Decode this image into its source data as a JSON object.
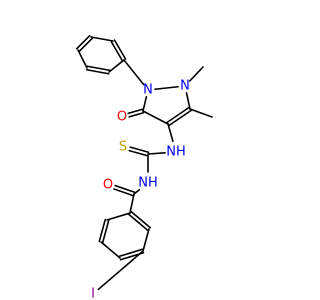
{
  "molecule": {
    "atoms": [
      {
        "id": "c1",
        "label": "",
        "color": "#000000"
      },
      {
        "id": "c2",
        "label": "",
        "color": "#000000"
      },
      {
        "id": "c3",
        "label": "",
        "color": "#000000"
      },
      {
        "id": "c4",
        "label": "",
        "color": "#000000"
      },
      {
        "id": "c5",
        "label": "",
        "color": "#000000"
      },
      {
        "id": "c6",
        "label": "",
        "color": "#000000"
      },
      {
        "id": "n1",
        "label": "N",
        "color": "#0000ff"
      },
      {
        "id": "n2",
        "label": "N",
        "color": "#0000ff"
      },
      {
        "id": "c7",
        "label": "",
        "color": "#000000"
      },
      {
        "id": "c8",
        "label": "",
        "color": "#000000"
      },
      {
        "id": "c9",
        "label": "",
        "color": "#000000"
      },
      {
        "id": "o1",
        "label": "O",
        "color": "#ff0000"
      },
      {
        "id": "me1",
        "label": "",
        "color": "#000000"
      },
      {
        "id": "me2",
        "label": "",
        "color": "#000000"
      },
      {
        "id": "nh1",
        "label": "NH",
        "color": "#0000ff"
      },
      {
        "id": "c10",
        "label": "",
        "color": "#000000"
      },
      {
        "id": "s1",
        "label": "S",
        "color": "#c8a000"
      },
      {
        "id": "nh2",
        "label": "NH",
        "color": "#0000ff"
      },
      {
        "id": "c11",
        "label": "",
        "color": "#000000"
      },
      {
        "id": "o2",
        "label": "O",
        "color": "#ff0000"
      },
      {
        "id": "c12",
        "label": "",
        "color": "#000000"
      },
      {
        "id": "c13",
        "label": "",
        "color": "#000000"
      },
      {
        "id": "c14",
        "label": "",
        "color": "#000000"
      },
      {
        "id": "c15",
        "label": "",
        "color": "#000000"
      },
      {
        "id": "c16",
        "label": "",
        "color": "#000000"
      },
      {
        "id": "c17",
        "label": "",
        "color": "#000000"
      },
      {
        "id": "i1",
        "label": "I",
        "color": "#940094"
      }
    ],
    "bonds": [
      {
        "a": "c1",
        "b": "c2",
        "order": 2
      },
      {
        "a": "c2",
        "b": "c3",
        "order": 1
      },
      {
        "a": "c3",
        "b": "c4",
        "order": 2
      },
      {
        "a": "c4",
        "b": "c5",
        "order": 1
      },
      {
        "a": "c5",
        "b": "c6",
        "order": 2
      },
      {
        "a": "c6",
        "b": "c1",
        "order": 1
      },
      {
        "a": "c1",
        "b": "n1",
        "order": 1
      },
      {
        "a": "n1",
        "b": "n2",
        "order": 1
      },
      {
        "a": "n2",
        "b": "c7",
        "order": 1
      },
      {
        "a": "c7",
        "b": "c8",
        "order": 2
      },
      {
        "a": "c8",
        "b": "c9",
        "order": 1
      },
      {
        "a": "c9",
        "b": "n1",
        "order": 1
      },
      {
        "a": "c9",
        "b": "o1",
        "order": 2
      },
      {
        "a": "n2",
        "b": "me1",
        "order": 1
      },
      {
        "a": "c7",
        "b": "me2",
        "order": 1
      },
      {
        "a": "c8",
        "b": "nh1",
        "order": 1
      },
      {
        "a": "nh1",
        "b": "c10",
        "order": 1
      },
      {
        "a": "c10",
        "b": "s1",
        "order": 2
      },
      {
        "a": "c10",
        "b": "nh2",
        "order": 1
      },
      {
        "a": "nh2",
        "b": "c11",
        "order": 1
      },
      {
        "a": "c11",
        "b": "o2",
        "order": 2
      },
      {
        "a": "c11",
        "b": "c12",
        "order": 1
      },
      {
        "a": "c12",
        "b": "c13",
        "order": 2
      },
      {
        "a": "c13",
        "b": "c14",
        "order": 1
      },
      {
        "a": "c14",
        "b": "c15",
        "order": 2
      },
      {
        "a": "c15",
        "b": "c16",
        "order": 1
      },
      {
        "a": "c16",
        "b": "c17",
        "order": 2
      },
      {
        "a": "c17",
        "b": "c12",
        "order": 1
      },
      {
        "a": "c14",
        "b": "i1",
        "order": 1
      }
    ]
  }
}
